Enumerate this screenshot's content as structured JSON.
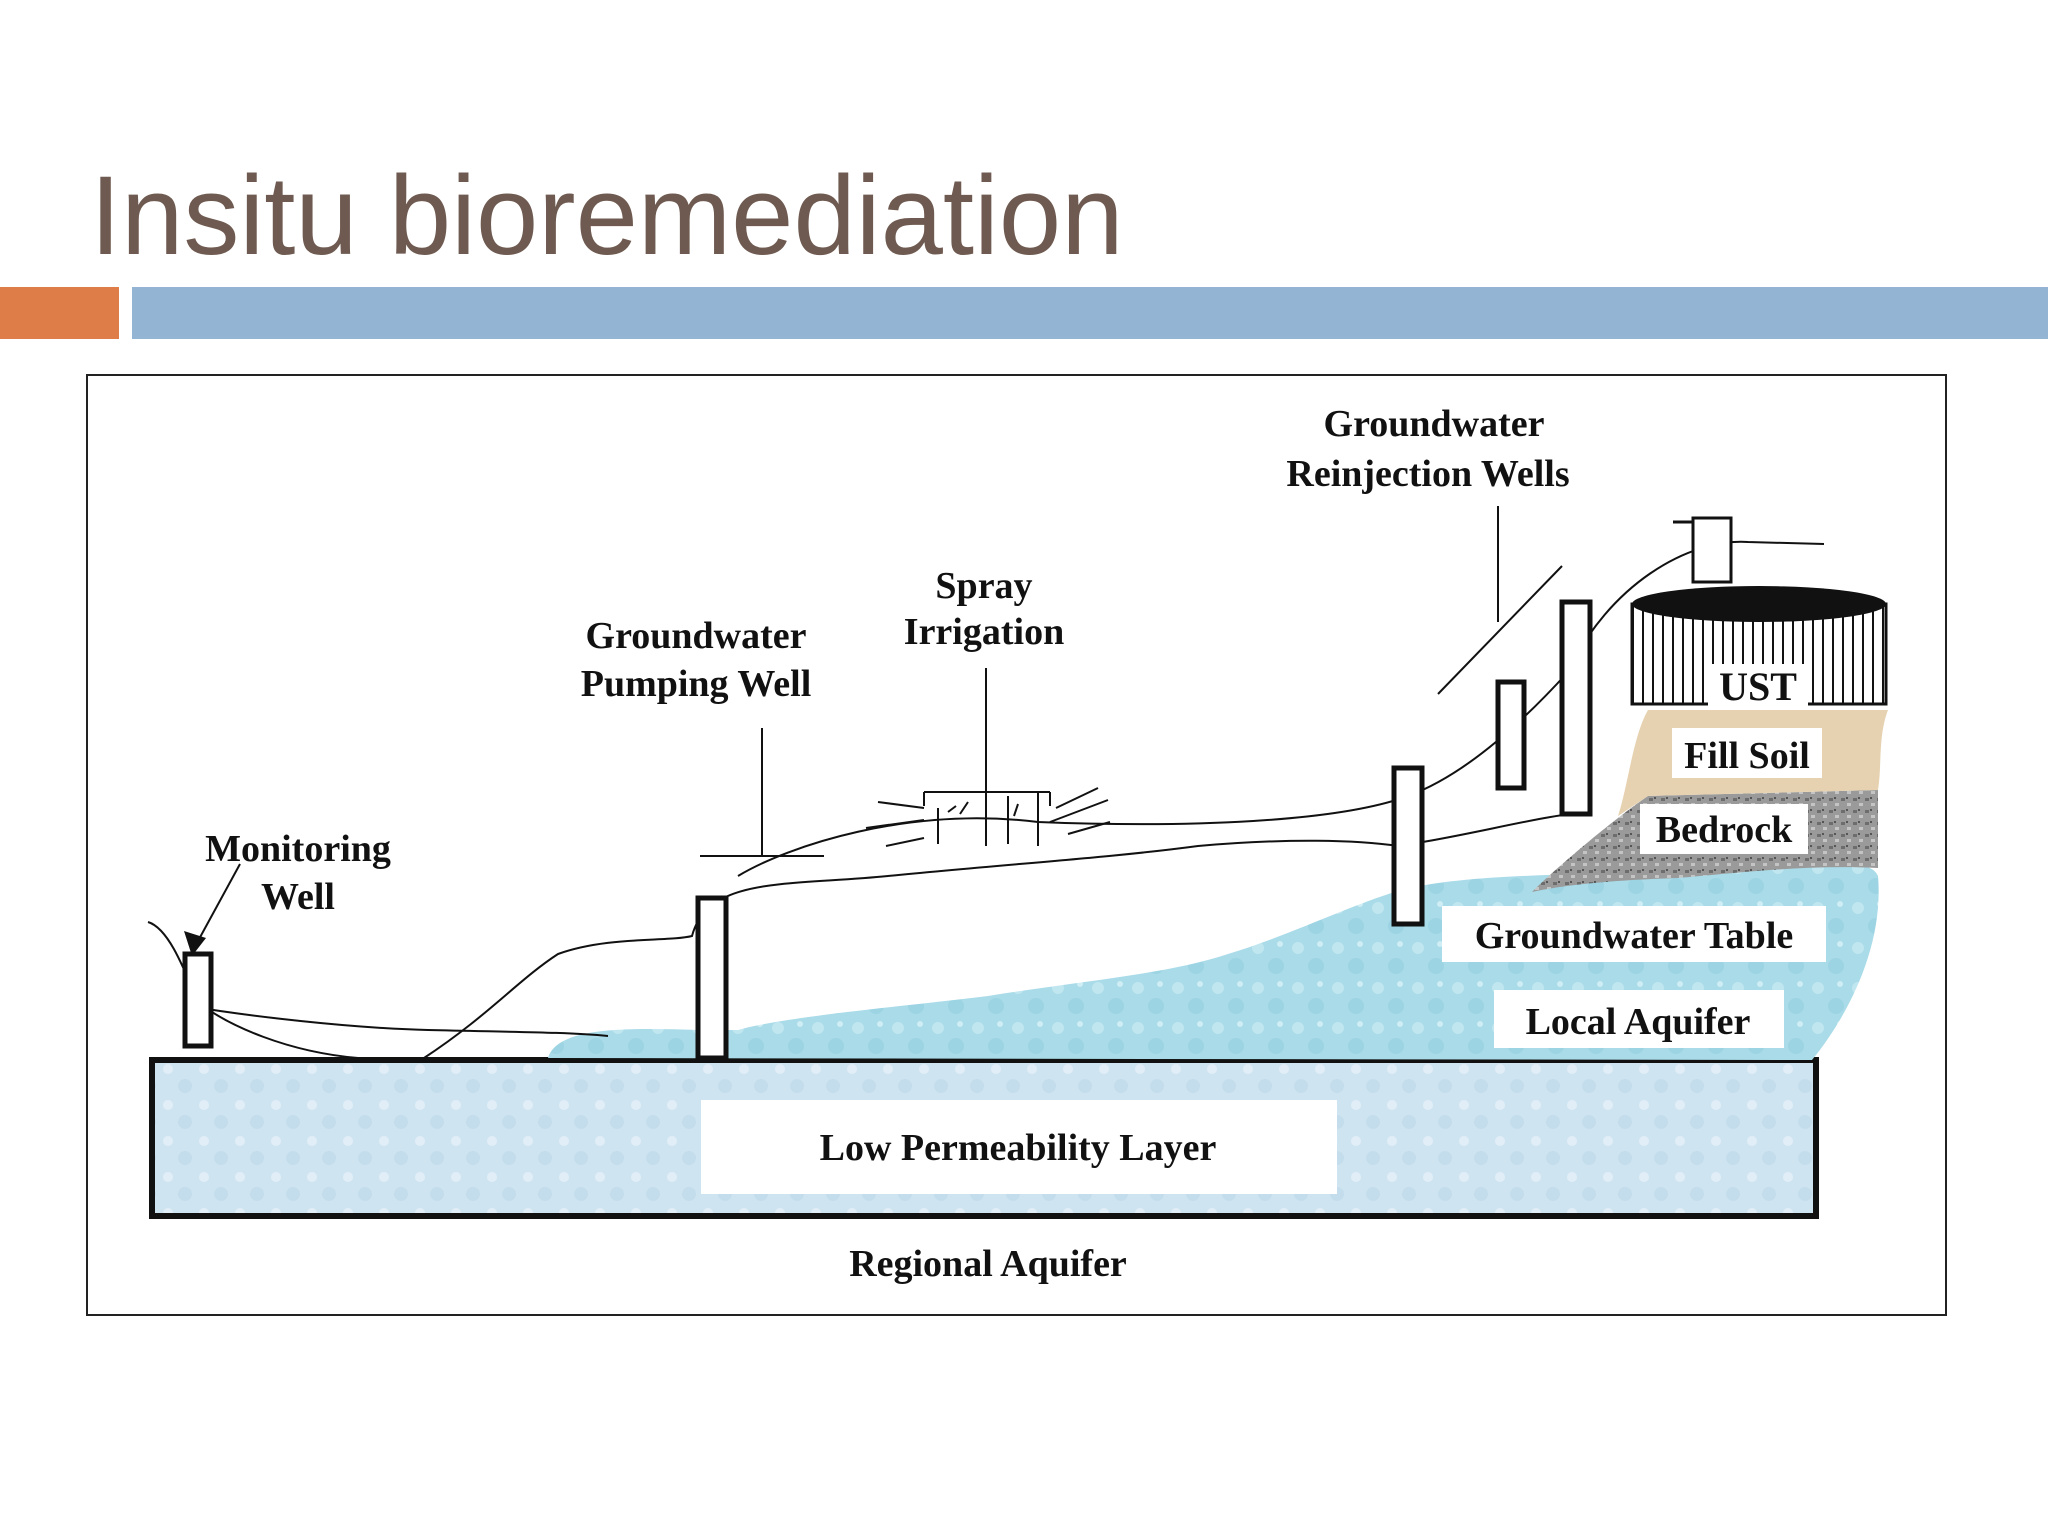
{
  "slide": {
    "title": "Insitu bioremediation",
    "colors": {
      "title": "#6e5a50",
      "accent_bar": "#de7d48",
      "main_bar": "#93b4d3",
      "water": "#a9dbe8",
      "soil": "#e6d2b0",
      "bedrock": "#9a9a9a",
      "layer": "#cfe4f1"
    }
  },
  "diagram": {
    "labels": {
      "monitoring_well_1": "Monitoring",
      "monitoring_well_2": "Well",
      "pumping_well_1": "Groundwater",
      "pumping_well_2": "Pumping Well",
      "spray_irrigation_1": "Spray",
      "spray_irrigation_2": "Irrigation",
      "reinjection_wells_1": "Groundwater",
      "reinjection_wells_2": "Reinjection Wells",
      "ust": "UST",
      "fill_soil": "Fill Soil",
      "bedrock": "Bedrock",
      "groundwater_table": "Groundwater Table",
      "local_aquifer": "Local Aquifer",
      "low_permeability_layer": "Low Permeability Layer",
      "regional_aquifer": "Regional Aquifer"
    }
  }
}
